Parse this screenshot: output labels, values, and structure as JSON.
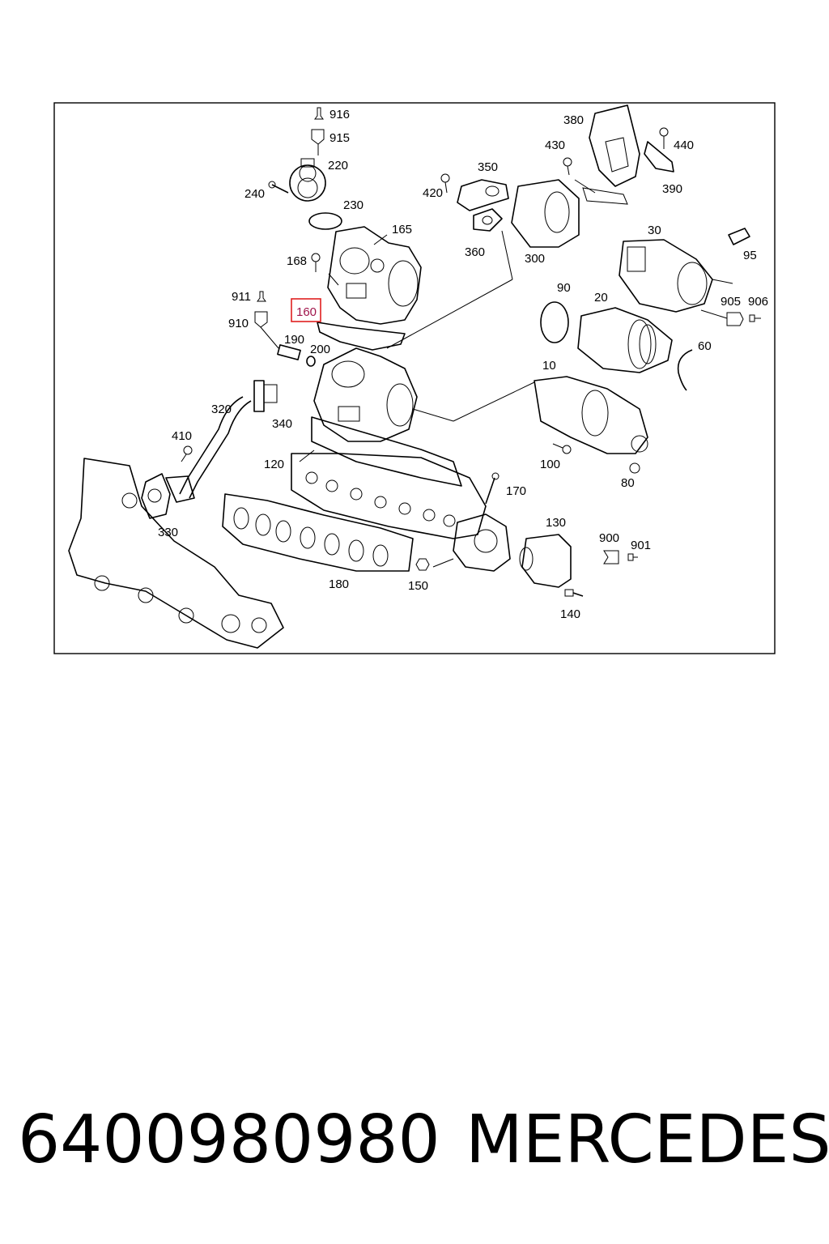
{
  "diagram": {
    "highlighted_callout": "160",
    "highlight_color": "#e02020",
    "callouts": {
      "916": "916",
      "915": "915",
      "220": "220",
      "240": "240",
      "230": "230",
      "165": "165",
      "168": "168",
      "911": "911",
      "160": "160",
      "910": "910",
      "190": "190",
      "200": "200",
      "380": "380",
      "430": "430",
      "440": "440",
      "390": "390",
      "350": "350",
      "420": "420",
      "360": "360",
      "300": "300",
      "30": "30",
      "95": "95",
      "90": "90",
      "20": "20",
      "905": "905",
      "906": "906",
      "60": "60",
      "10": "10",
      "100": "100",
      "80": "80",
      "320": "320",
      "340": "340",
      "410": "410",
      "120": "120",
      "170": "170",
      "330": "330",
      "130": "130",
      "900": "900",
      "901": "901",
      "180": "180",
      "150": "150",
      "140": "140"
    }
  },
  "caption": {
    "part_number": "6400980980",
    "brand": "MERCEDES"
  }
}
